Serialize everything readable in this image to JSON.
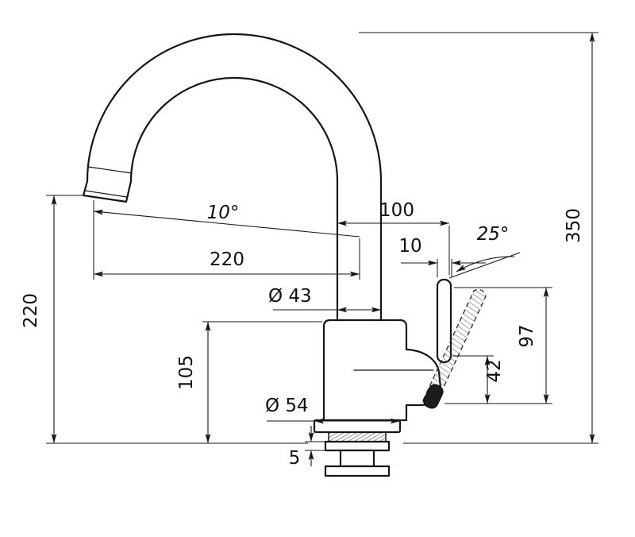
{
  "drawing": {
    "background": "#ffffff",
    "line_color": "#151515",
    "dimensions": {
      "overall_height": "350",
      "outlet_height": "220",
      "spout_reach": "220",
      "spout_angle": "10°",
      "spout_to_handle": "100",
      "handle_offset": "10",
      "handle_angle": "25°",
      "spout_diameter": "Ø 43",
      "body_height": "105",
      "handle_height": "97",
      "handle_lever": "42",
      "base_diameter": "Ø 54",
      "base_plate": "5"
    }
  }
}
